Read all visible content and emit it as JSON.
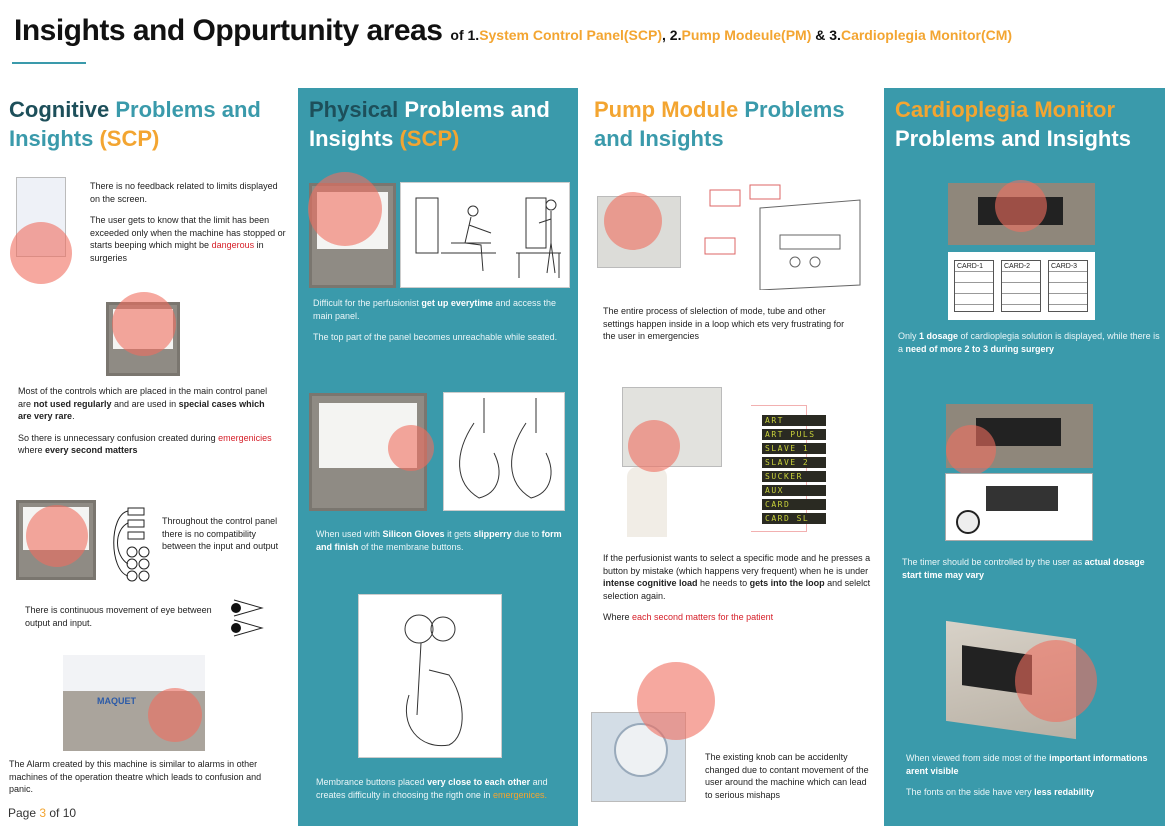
{
  "title": {
    "main": "Insights and Oppurtunity areas",
    "of": "of 1.",
    "scp": "System Control Panel(SCP)",
    "sep1": ", 2.",
    "pm": "Pump Modeule(PM)",
    "sep2": " & 3.",
    "cm": "Cardioplegia Monitor(CM)"
  },
  "colors": {
    "teal": "#3a9aab",
    "orange": "#f3a531",
    "dark_teal": "#1d4f5a",
    "red": "#d6202a"
  },
  "col1": {
    "h_a": "Cognitive",
    "h_b": " Problems and",
    "h_c": "Insights ",
    "h_d": "(SCP)",
    "blocks": [
      [
        [
          {
            "t": "There is no feedback related to limits displayed on the screen."
          }
        ],
        [
          {
            "t": "The user gets to know that the limit has been exceeded only when the machine has stopped or starts beeping which might be "
          },
          {
            "t": "dangerous",
            "s": "r"
          },
          {
            "t": " in surgeries"
          }
        ]
      ],
      [
        [
          {
            "t": "Most of the controls which are placed in the main control panel are "
          },
          {
            "t": "not used regularly",
            "s": "b"
          },
          {
            "t": " and are used in "
          },
          {
            "t": "special cases which are very rare",
            "s": "b"
          },
          {
            "t": "."
          }
        ],
        [
          {
            "t": "So there is unnecessary confusion created during "
          },
          {
            "t": "emergenicies",
            "s": "r"
          },
          {
            "t": " where "
          },
          {
            "t": "every second matters",
            "s": "b"
          }
        ]
      ],
      [
        [
          {
            "t": "Throughout the control panel there is no compatibility between the input and output"
          }
        ]
      ],
      [
        [
          {
            "t": "There is continuous movement of eye between output and input."
          }
        ]
      ],
      [
        [
          {
            "t": "The Alarm created by this machine is similar to alarms in other machines of the operation theatre which leads to confusion and panic."
          }
        ]
      ]
    ],
    "maquet_label": "MAQUET"
  },
  "col2": {
    "h_a": "Physical",
    "h_b": " Problems and",
    "h_c": "Insights ",
    "h_d": "(SCP)",
    "blocks": [
      [
        [
          {
            "t": "Difficult for the perfusionist "
          },
          {
            "t": "get up everytime",
            "s": "b"
          },
          {
            "t": " and access the main panel."
          }
        ],
        [
          {
            "t": "The top part of the panel becomes unreachable while seated."
          }
        ]
      ],
      [
        [
          {
            "t": "When used with "
          },
          {
            "t": "Silicon Gloves",
            "s": "b"
          },
          {
            "t": " it gets "
          },
          {
            "t": "slipperry",
            "s": "b"
          },
          {
            "t": " due to "
          },
          {
            "t": "form and finish",
            "s": "b"
          },
          {
            "t": " of the membrane buttons."
          }
        ]
      ],
      [
        [
          {
            "t": "Membrance buttons placed "
          },
          {
            "t": "very close to each other",
            "s": "b"
          },
          {
            "t": " and creates difficulty in choosing the rigth one in "
          },
          {
            "t": "emergenices.",
            "s": "o"
          }
        ]
      ]
    ]
  },
  "col3": {
    "h_a": "Pump Module",
    "h_b": " Problems",
    "h_c": "and Insights",
    "lcd_modes": [
      "ART",
      "ART PULS",
      "SLAVE 1",
      "SLAVE 2",
      "SUCKER",
      "AUX",
      "CARD",
      "CARD SL"
    ],
    "blocks": [
      [
        [
          {
            "t": "The entire process of slelection of mode, tube and other settings happen inside in a loop which ets very frustrating for the user in emergencies"
          }
        ]
      ],
      [
        [
          {
            "t": "If the perfusionist wants to select a specific mode and he presses a button by mistake (which happens very frequent) when he is under "
          },
          {
            "t": "intense cognitive load",
            "s": "b"
          },
          {
            "t": " he needs to "
          },
          {
            "t": "gets into the loop",
            "s": "b"
          },
          {
            "t": " and selelct selection again."
          }
        ],
        [
          {
            "t": "Where "
          },
          {
            "t": "each second matters for the patient",
            "s": "r"
          }
        ]
      ],
      [
        [
          {
            "t": "The existing knob can be accidenlty changed due to contant movement of the user around the machine which can lead to serious mishaps"
          }
        ]
      ]
    ]
  },
  "col4": {
    "h_a": "Cardioplegia Monitor",
    "h_b": "Problems and Insights",
    "cards": [
      "CARD-1",
      "CARD-2",
      "CARD-3"
    ],
    "blocks": [
      [
        [
          {
            "t": "Only "
          },
          {
            "t": "1 dosage",
            "s": "b"
          },
          {
            "t": " of cardioplegia solution is displayed, while there is a "
          },
          {
            "t": "need of more 2 to 3 during surgery",
            "s": "b"
          }
        ]
      ],
      [
        [
          {
            "t": "The timer should be controlled by the user as "
          },
          {
            "t": "actual dosage start time may vary",
            "s": "b"
          }
        ]
      ],
      [
        [
          {
            "t": "When viewed from side most of the "
          },
          {
            "t": "important informations arent visible",
            "s": "b"
          }
        ],
        [
          {
            "t": "The fonts on the side have very "
          },
          {
            "t": "less redability",
            "s": "b"
          }
        ]
      ]
    ]
  },
  "footer": {
    "page_prefix": "Page ",
    "page_num": "3",
    "page_suffix": " of 10"
  }
}
